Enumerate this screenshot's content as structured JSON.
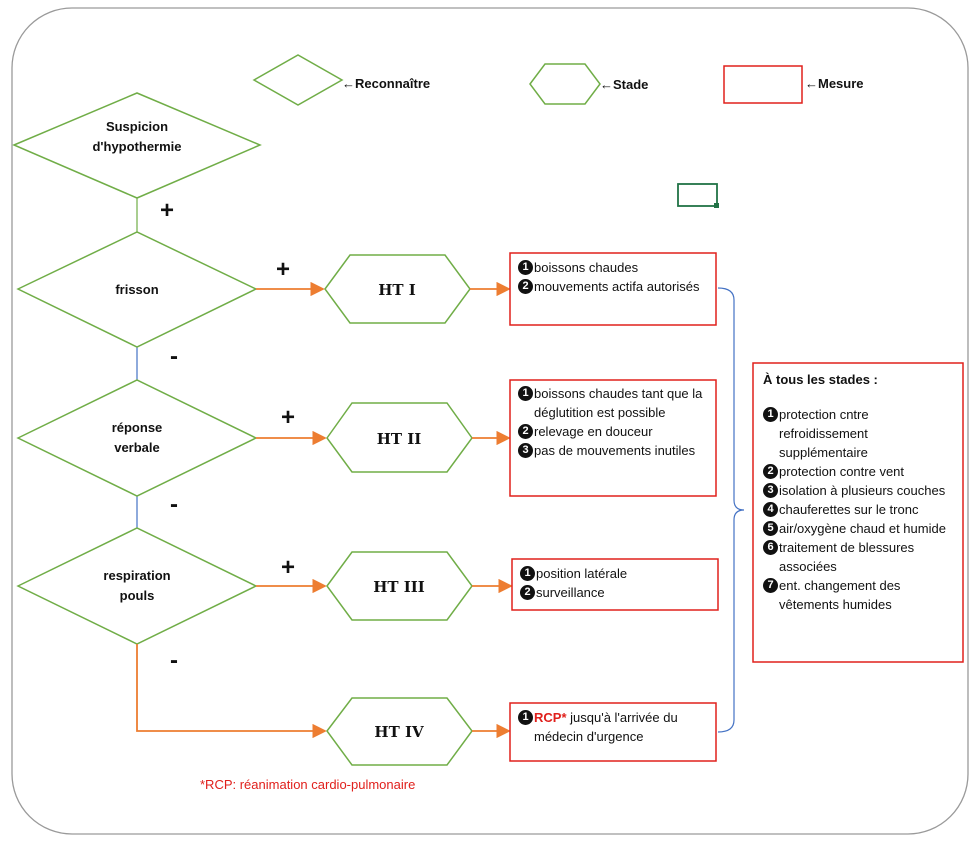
{
  "legend": {
    "recognize": "←Reconnaître",
    "stage": "←Stade",
    "measure": "←Mesure"
  },
  "nodes": {
    "suspicion_line1": "Suspicion",
    "suspicion_line2": "d'hypothermie",
    "frisson": "frisson",
    "reponse_line1": "réponse",
    "reponse_line2": "verbale",
    "respiration_line1": "respiration",
    "respiration_line2": "pouls"
  },
  "signs": {
    "plus": "+",
    "minus": "-"
  },
  "stages": {
    "ht1": "HT I",
    "ht2": "HT II",
    "ht3": "HT III",
    "ht4": "HT IV"
  },
  "measures": {
    "ht1": [
      {
        "num": "1",
        "text": "boissons chaudes"
      },
      {
        "num": "2",
        "text": "mouvements actifa autorisés"
      }
    ],
    "ht2": [
      {
        "num": "1",
        "text": "boissons chaudes tant que la déglutition est possible"
      },
      {
        "num": "2",
        "text": "relevage en douceur"
      },
      {
        "num": "3",
        "text": "pas de mouvements inutiles"
      }
    ],
    "ht3": [
      {
        "num": "1",
        "text": "position latérale"
      },
      {
        "num": "2",
        "text": "surveillance"
      }
    ],
    "ht4": {
      "num": "1",
      "rcp": "RCP*",
      "text": " jusqu'à l'arrivée du médecin d'urgence"
    }
  },
  "all_stages": {
    "title": "À tous les stades :",
    "items": [
      {
        "num": "1",
        "text": "protection cntre refroidissement supplémentaire"
      },
      {
        "num": "2",
        "text": "protection contre vent"
      },
      {
        "num": "3",
        "text": "isolation à plusieurs couches"
      },
      {
        "num": "4",
        "text": "chauferettes sur le tronc"
      },
      {
        "num": "5",
        "text": "air/oxygène chaud et humide"
      },
      {
        "num": "6",
        "text": "traitement de blessures associées"
      },
      {
        "num": "7",
        "text": "ent. changement des vêtements humides"
      }
    ]
  },
  "footnote": "*RCP: réanimation cardio-pulmonaire",
  "colors": {
    "diamond": "#70ad47",
    "measure_border": "#e0201c",
    "arrow": "#ed7d31",
    "connector": "#4472c4",
    "rcp": "#e0201c"
  }
}
